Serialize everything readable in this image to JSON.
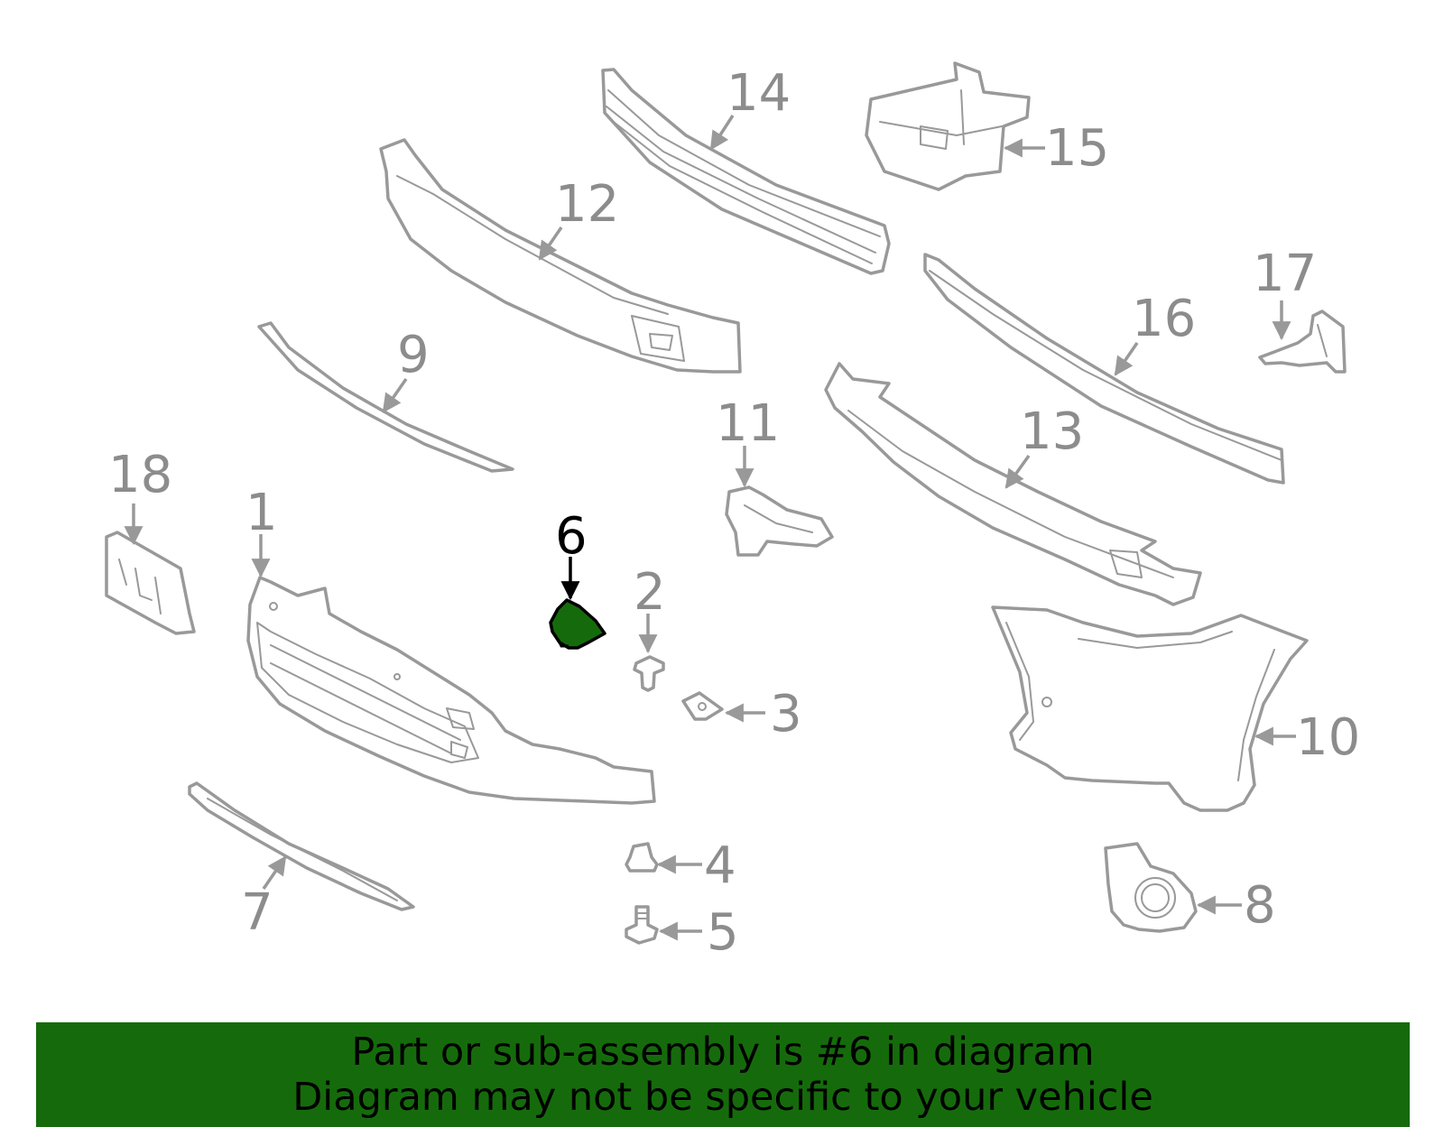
{
  "diagram": {
    "highlight_color": "#156b0b",
    "callouts": {
      "c1": "1",
      "c2": "2",
      "c3": "3",
      "c4": "4",
      "c5": "5",
      "c6": "6",
      "c7": "7",
      "c8": "8",
      "c9": "9",
      "c10": "10",
      "c11": "11",
      "c12": "12",
      "c13": "13",
      "c14": "14",
      "c15": "15",
      "c16": "16",
      "c17": "17",
      "c18": "18"
    }
  },
  "banner": {
    "line1": "Part or sub-assembly is #6 in diagram",
    "line2": "Diagram may not be specific to your vehicle",
    "background": "#156b0b"
  }
}
